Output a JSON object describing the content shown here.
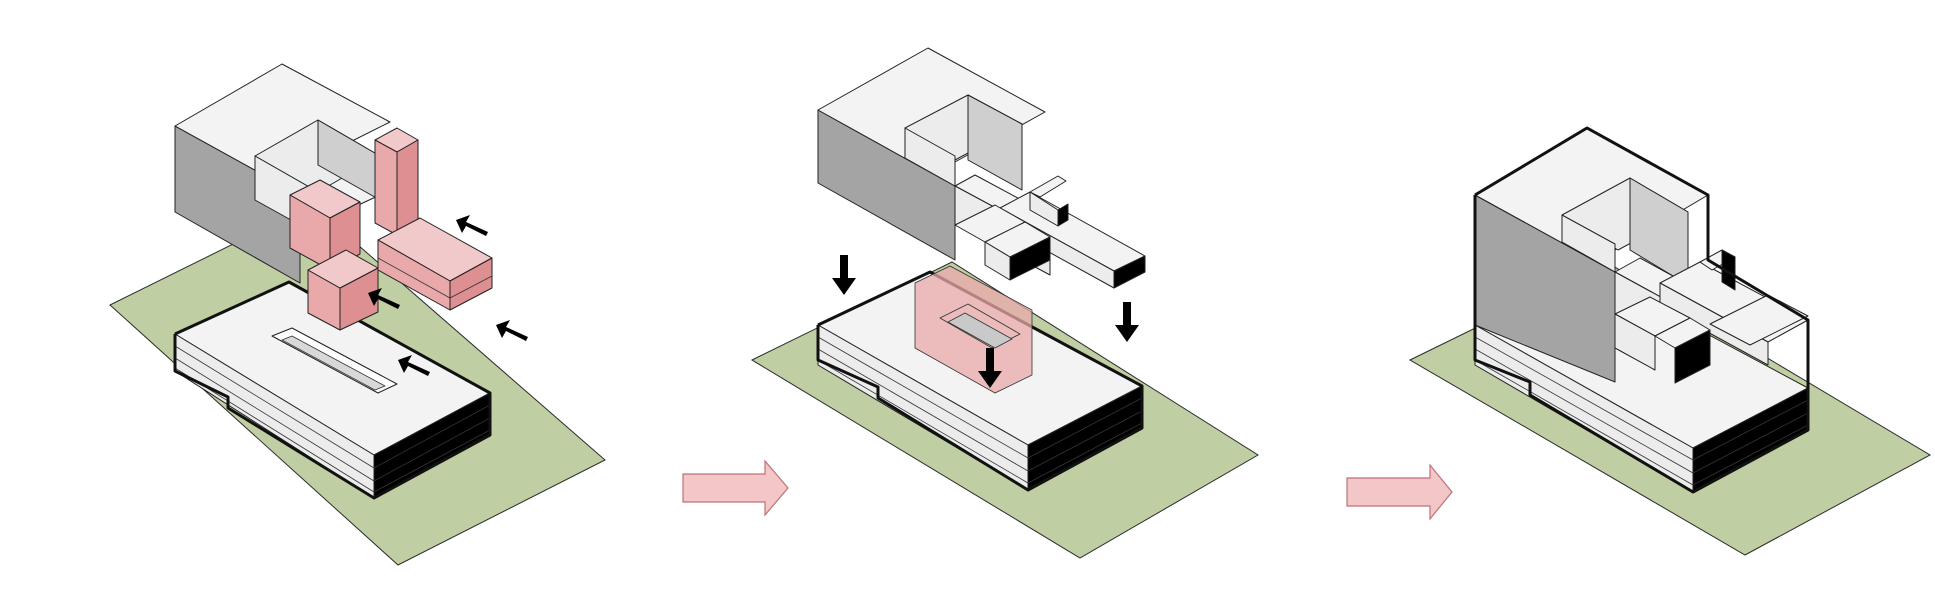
{
  "colors": {
    "site": "#bfcfa3",
    "site_edge": "#2b2b2b",
    "top": "#f3f3f3",
    "side_light": "#ececec",
    "side_mid": "#cfcfcf",
    "side_dark": "#a4a4a4",
    "highlight": "#e9a9ab",
    "highlight_light": "#f1c9ca",
    "highlight_dark": "#dd8f92",
    "arrow_fill": "#f3c6c8",
    "arrow_stroke": "#c07074",
    "push_arrow": "#000000"
  },
  "stages": [
    {
      "name": "stage-1-insert-volumes",
      "icons": [
        "site-plane",
        "stepped-podium",
        "cantilevered-block",
        "insert-volumes",
        "push-arrow-icon"
      ]
    },
    {
      "name": "stage-2-lower-block",
      "icons": [
        "site-plane",
        "stepped-podium",
        "cantilevered-block",
        "drop-volume",
        "down-arrow-icon"
      ]
    },
    {
      "name": "stage-3-final-form",
      "icons": [
        "site-plane",
        "stepped-podium",
        "merged-massing"
      ]
    }
  ],
  "transitions": [
    {
      "name": "transition-arrow-1",
      "icon": "right-arrow-icon"
    },
    {
      "name": "transition-arrow-2",
      "icon": "right-arrow-icon"
    }
  ]
}
